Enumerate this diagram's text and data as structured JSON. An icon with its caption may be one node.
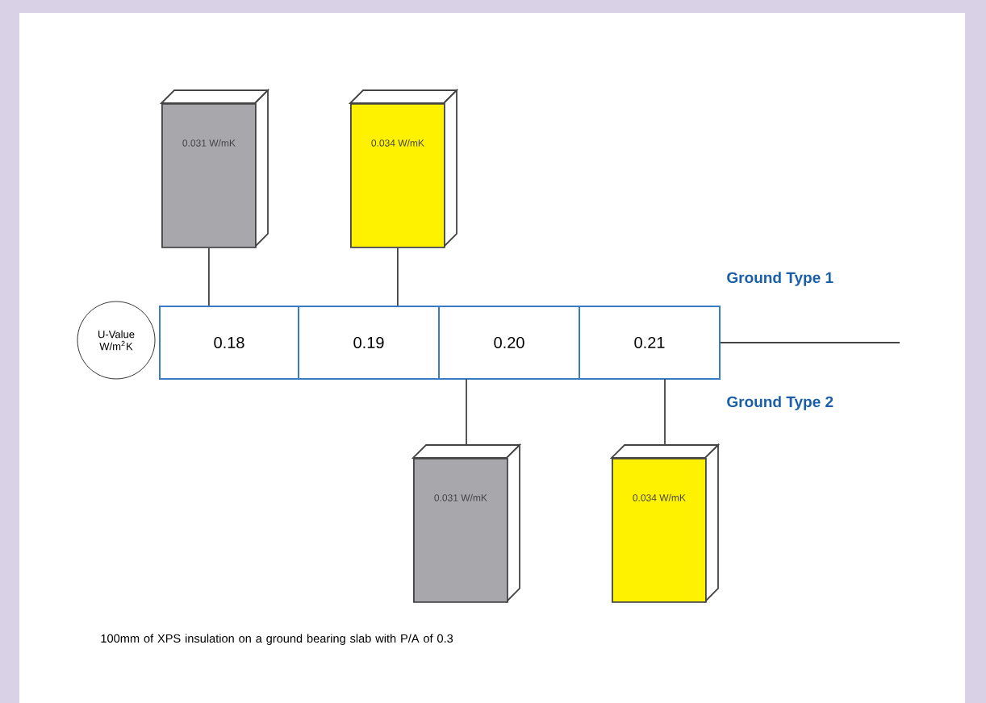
{
  "diagram": {
    "nodes": [
      {
        "text": [
          "U-Value W/m$^{2}$K"
        ]
      },
      {
        "text": [
          "0.18"
        ]
      },
      {
        "text": [
          "0.19"
        ]
      },
      {
        "text": [
          "0.20"
        ]
      },
      {
        "text": [
          "0.21"
        ]
      },
      {
        "text": [
          "0.031 W/mK"
        ]
      },
      {
        "text": [
          "0.034 W/mK"
        ]
      },
      {
        "text": [
          "0.031 W/mK"
        ]
      },
      {
        "text": [
          "0.034 W/mK"
        ]
      }
    ],
    "edges": [
      {
        "from": 5,
        "to": 1,
        "arrow": "none"
      },
      {
        "from": 6,
        "to": 2,
        "arrow": "none"
      },
      {
        "from": 3,
        "to": 7,
        "arrow": "none"
      },
      {
        "from": 4,
        "to": 8,
        "arrow": "none"
      },
      {
        "from": 4,
        "to": null,
        "arrow": "none"
      }
    ],
    "labels": [
      "Ground Type 1",
      "Ground Type 2",
      "100mm of XPS insulation on a ground bearing slab with P/A of 0.3"
    ]
  }
}
